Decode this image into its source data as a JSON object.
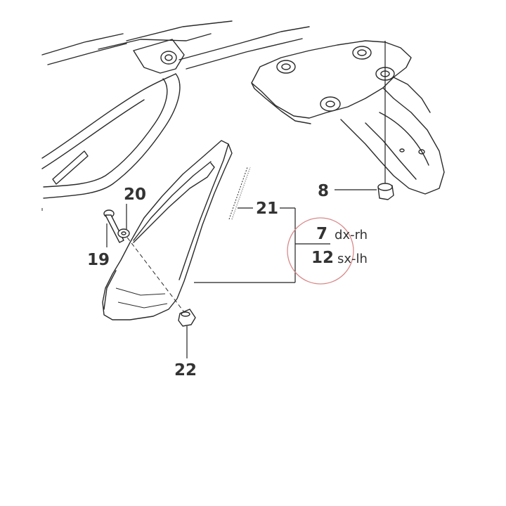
{
  "diagram": {
    "callouts": {
      "part_8": "8",
      "part_19": "19",
      "part_20": "20",
      "part_21": "21",
      "part_22": "22",
      "part_7": "7",
      "part_12": "12"
    },
    "variants": {
      "right": "dx-rh",
      "left": "sx-lh"
    },
    "colors": {
      "lines": "#2a2a2a",
      "labels": "#333333",
      "highlight_circle": "#d98a8a"
    }
  }
}
